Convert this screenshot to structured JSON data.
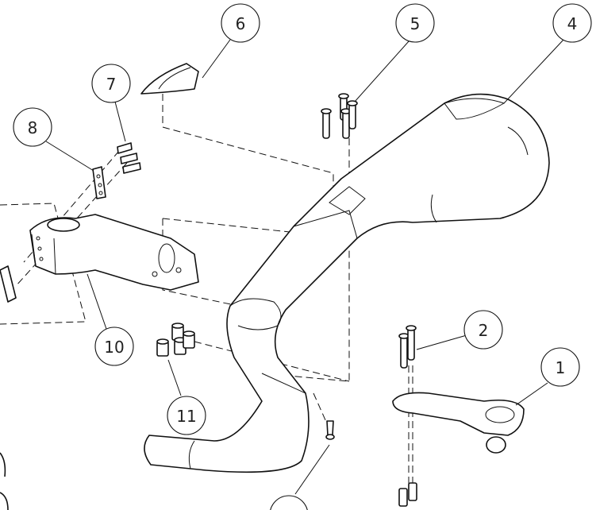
{
  "diagram": {
    "title": "Handlebar and stem exploded assembly",
    "balloons": [
      {
        "label": "1",
        "part": "computer-mount"
      },
      {
        "label": "2",
        "part": "mount-bolts"
      },
      {
        "label": "4",
        "part": "handlebar"
      },
      {
        "label": "5",
        "part": "handlebar-bolts"
      },
      {
        "label": "6",
        "part": "top-cover"
      },
      {
        "label": "7",
        "part": "faceplate-bolts"
      },
      {
        "label": "8",
        "part": "faceplate"
      },
      {
        "label": "10",
        "part": "stem"
      },
      {
        "label": "11",
        "part": "spacers-nuts"
      },
      {
        "label": "",
        "part": "bottom-bolt"
      }
    ],
    "colors": {
      "line": "#111111",
      "balloon_text": "#222222"
    }
  }
}
